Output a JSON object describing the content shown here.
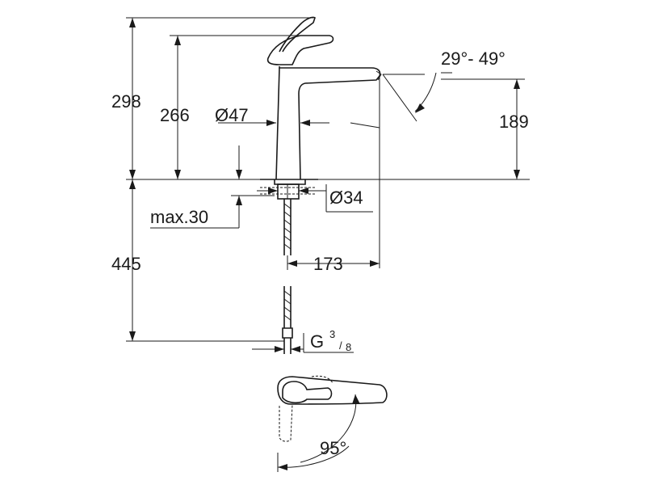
{
  "dimensions": {
    "total_height": "298",
    "spout_height": "266",
    "body_diameter": "Ø47",
    "spout_angle": "29°- 49°",
    "outlet_height": "189",
    "base_diameter": "Ø34",
    "max_thickness": "max.30",
    "hose_length": "445",
    "reach": "173",
    "thread": "G",
    "thread_num": "3",
    "thread_den": "8",
    "swivel_angle": "95°"
  }
}
